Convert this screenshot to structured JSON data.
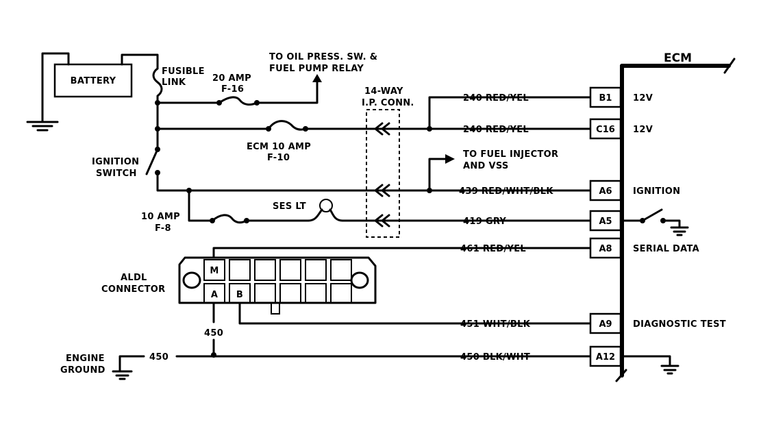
{
  "ecm_title": "ECM",
  "battery": "BATTERY",
  "fusible_link": [
    "FUSIBLE",
    "LINK"
  ],
  "fuse_20": [
    "20 AMP",
    "F-16"
  ],
  "oil_press": [
    "TO OIL PRESS. SW. &",
    "FUEL PUMP RELAY"
  ],
  "ip_conn": [
    "14-WAY",
    "I.P. CONN."
  ],
  "ecm_fuse": [
    "ECM 10 AMP",
    "F-10"
  ],
  "ign_switch": [
    "IGNITION",
    "SWITCH"
  ],
  "fuel_inj": [
    "TO FUEL INJECTOR",
    "AND VSS"
  ],
  "fuse_10": [
    "10 AMP",
    "F-8"
  ],
  "ses": "SES LT",
  "aldl": [
    "ALDL",
    "CONNECTOR"
  ],
  "aldl_pins": [
    "M",
    "A",
    "B"
  ],
  "wire_450": "450",
  "engine_ground": [
    "ENGINE",
    "GROUND"
  ],
  "wires": [
    "240 RED/YEL",
    "240 RED/YEL",
    "439 RED/WHT/BLK",
    "419 GRY",
    "461 RED/YEL",
    "451 WHT/BLK",
    "450 BLK/WHT"
  ],
  "pins": [
    "B1",
    "C16",
    "A6",
    "A5",
    "A8",
    "A9",
    "A12"
  ],
  "pin_labels": [
    "12V",
    "12V",
    "IGNITION",
    "",
    "SERIAL DATA",
    "DIAGNOSTIC TEST",
    ""
  ]
}
